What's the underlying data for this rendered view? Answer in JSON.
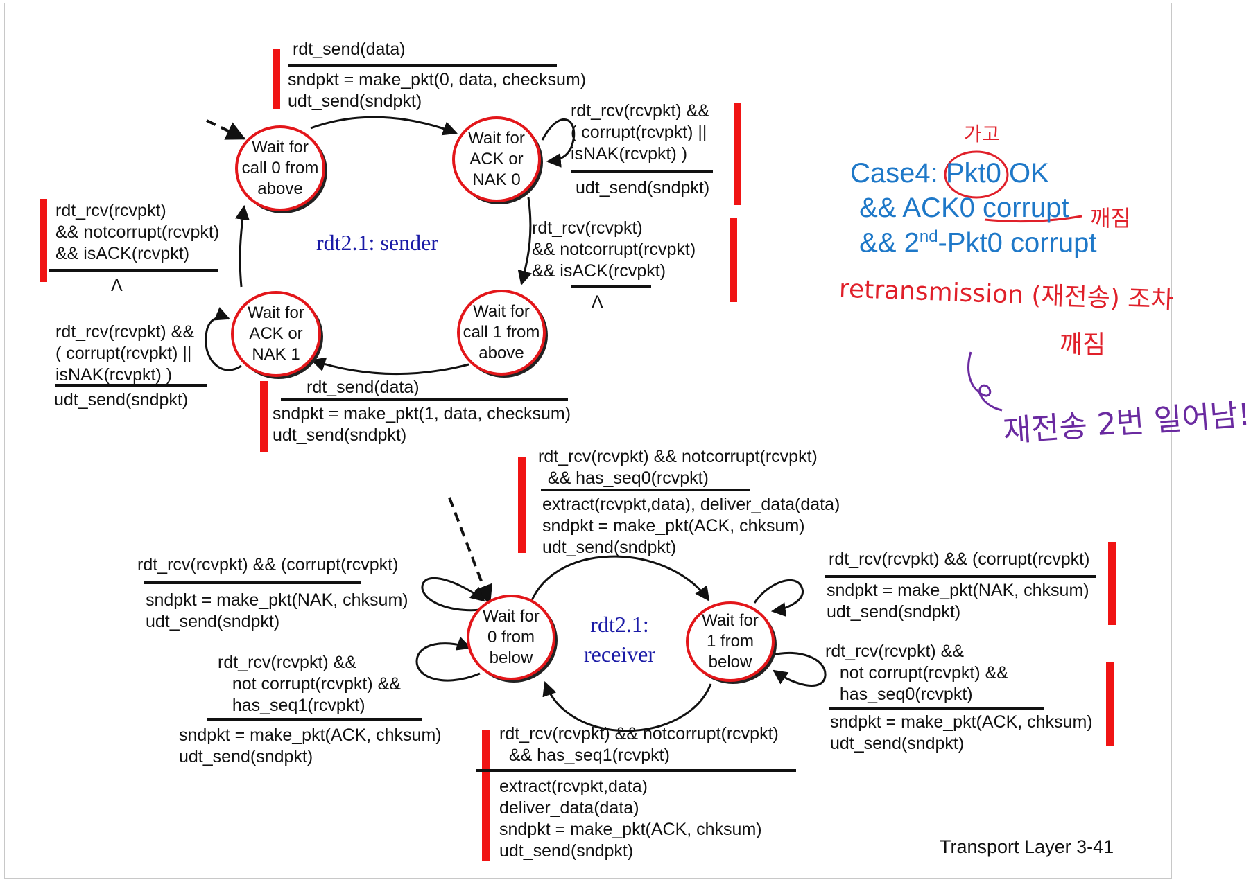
{
  "sender": {
    "title": "rdt2.1: sender",
    "states": {
      "wait_call0": "Wait for\ncall 0 from\nabove",
      "wait_ack0": "Wait for\nACK or\nNAK 0",
      "wait_call1": "Wait for\ncall 1 from\nabove",
      "wait_ack1": "Wait for\nACK or\nNAK 1"
    },
    "transitions": {
      "t1_event": "rdt_send(data)",
      "t1_action": "sndpkt = make_pkt(0, data, checksum)\nudt_send(sndpkt)",
      "t2_event": "rdt_rcv(rcvpkt) &&\n( corrupt(rcvpkt) ||\nisNAK(rcvpkt) )",
      "t2_action": "udt_send(sndpkt)",
      "t3_event": "rdt_rcv(rcvpkt)\n&& notcorrupt(rcvpkt)\n&& isACK(rcvpkt)",
      "t3_action": "Λ",
      "t4_event": "rdt_send(data)",
      "t4_action": "sndpkt = make_pkt(1, data, checksum)\nudt_send(sndpkt)",
      "t5_event": "rdt_rcv(rcvpkt) &&\n( corrupt(rcvpkt) ||\nisNAK(rcvpkt) )",
      "t5_action": "udt_send(sndpkt)",
      "t6_event": "rdt_rcv(rcvpkt)\n&& notcorrupt(rcvpkt)\n&& isACK(rcvpkt)",
      "t6_action": "Λ"
    }
  },
  "receiver": {
    "title": "rdt2.1:\nreceiver",
    "states": {
      "wait0": "Wait for\n0 from\nbelow",
      "wait1": "Wait for\n1 from\nbelow"
    },
    "transitions": {
      "r1_event": "rdt_rcv(rcvpkt) && notcorrupt(rcvpkt)\n  && has_seq0(rcvpkt)",
      "r1_action": "extract(rcvpkt,data), deliver_data(data)\nsndpkt = make_pkt(ACK, chksum)\nudt_send(sndpkt)",
      "r2_event": "rdt_rcv(rcvpkt) && (corrupt(rcvpkt)",
      "r2_action": "sndpkt = make_pkt(NAK, chksum)\nudt_send(sndpkt)",
      "r3_event": "rdt_rcv(rcvpkt) &&\n   not corrupt(rcvpkt) &&\n   has_seq1(rcvpkt)",
      "r3_action": "sndpkt = make_pkt(ACK, chksum)\nudt_send(sndpkt)",
      "r4_event": "rdt_rcv(rcvpkt) && (corrupt(rcvpkt)",
      "r4_action": "sndpkt = make_pkt(NAK, chksum)\nudt_send(sndpkt)",
      "r5_event": "rdt_rcv(rcvpkt) &&\n   not corrupt(rcvpkt) &&\n   has_seq0(rcvpkt)",
      "r5_action": "sndpkt = make_pkt(ACK, chksum)\nudt_send(sndpkt)",
      "r6_event": "rdt_rcv(rcvpkt) && notcorrupt(rcvpkt)\n  && has_seq1(rcvpkt)",
      "r6_action": "extract(rcvpkt,data)\ndeliver_data(data)\nsndpkt = make_pkt(ACK, chksum)\nudt_send(sndpkt)"
    }
  },
  "case_note": {
    "line1_prefix": "Case4: ",
    "line1_pkt": "Pkt0",
    "line1_suffix": " OK",
    "line2": " && ACK0 corrupt",
    "line3_a": " && 2",
    "line3_sup": "nd",
    "line3_b": "-Pkt0 corrupt"
  },
  "handwritten": {
    "over_pkt": "가고",
    "after_corrupt": "깨짐",
    "retransmission": "retransmission (재전송) 조차",
    "broken": "깨짐",
    "twice": "재전송 2번 일어남!"
  },
  "footer": "Transport Layer 3-41",
  "colors": {
    "state_border": "#e3161a",
    "marker": "#f01414",
    "title": "#1a1aa6",
    "case_text": "#1e78c8",
    "handwriting_red": "#e0202a",
    "handwriting_purple": "#6a2aa0"
  }
}
